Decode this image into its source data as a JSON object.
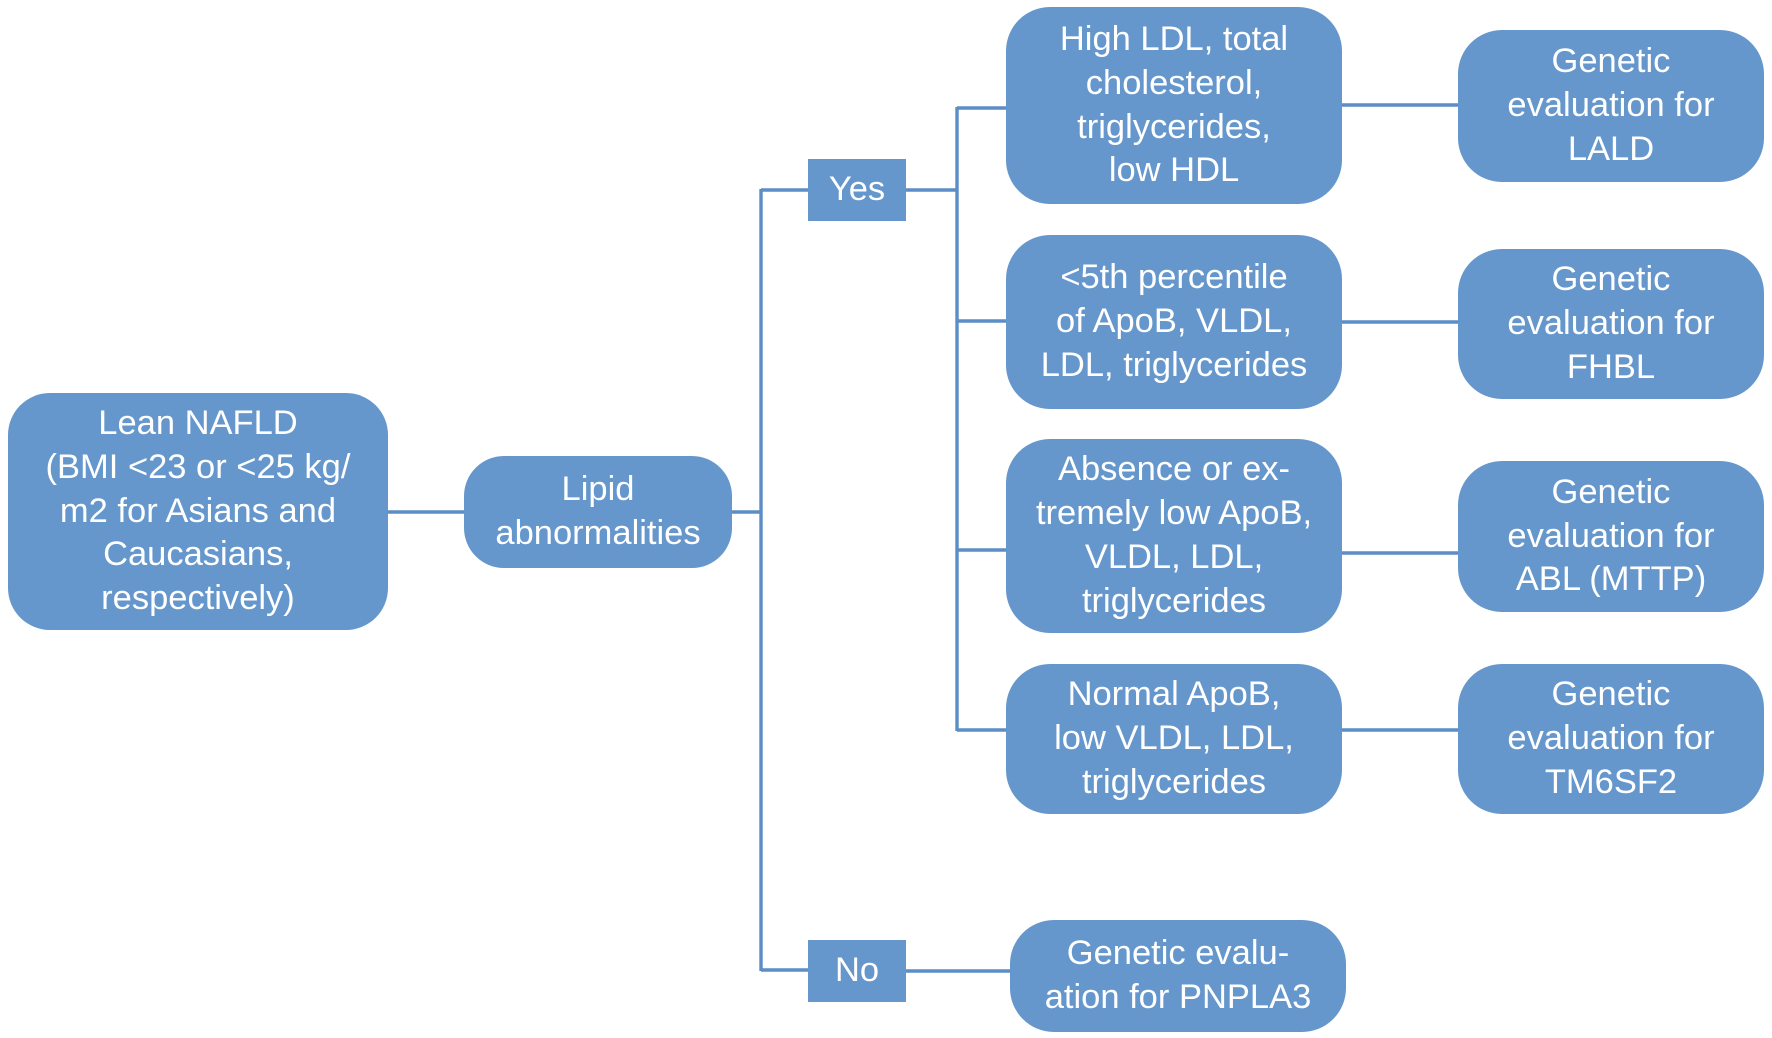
{
  "nodes": {
    "root": "Lean NAFLD\n(BMI <23 or <25 kg/\nm2 for Asians and\nCaucasians,\nrespectively)",
    "lipid": "Lipid\nabnormalities",
    "yes": "Yes",
    "no": "No",
    "cond_lald": "High LDL, total\ncholesterol,\ntriglycerides,\nlow HDL",
    "cond_fhbl": "<5th percentile\nof ApoB, VLDL,\nLDL, triglycerides",
    "cond_abl": "Absence or ex-\ntremely low ApoB,\nVLDL, LDL,\ntriglycerides",
    "cond_tm6sf2": "Normal ApoB,\nlow VLDL, LDL,\ntriglycerides",
    "eval_pnpla3": "Genetic evalu-\nation for PNPLA3",
    "eval_lald": "Genetic\nevaluation for\nLALD",
    "eval_fhbl": "Genetic\nevaluation for\nFHBL",
    "eval_abl": "Genetic\nevaluation for\nABL (MTTP)",
    "eval_tm6sf2": "Genetic\nevaluation for\nTM6SF2"
  },
  "colors": {
    "node_fill": "#6597cc",
    "connector": "#5b8ec6",
    "text": "#ffffff"
  }
}
